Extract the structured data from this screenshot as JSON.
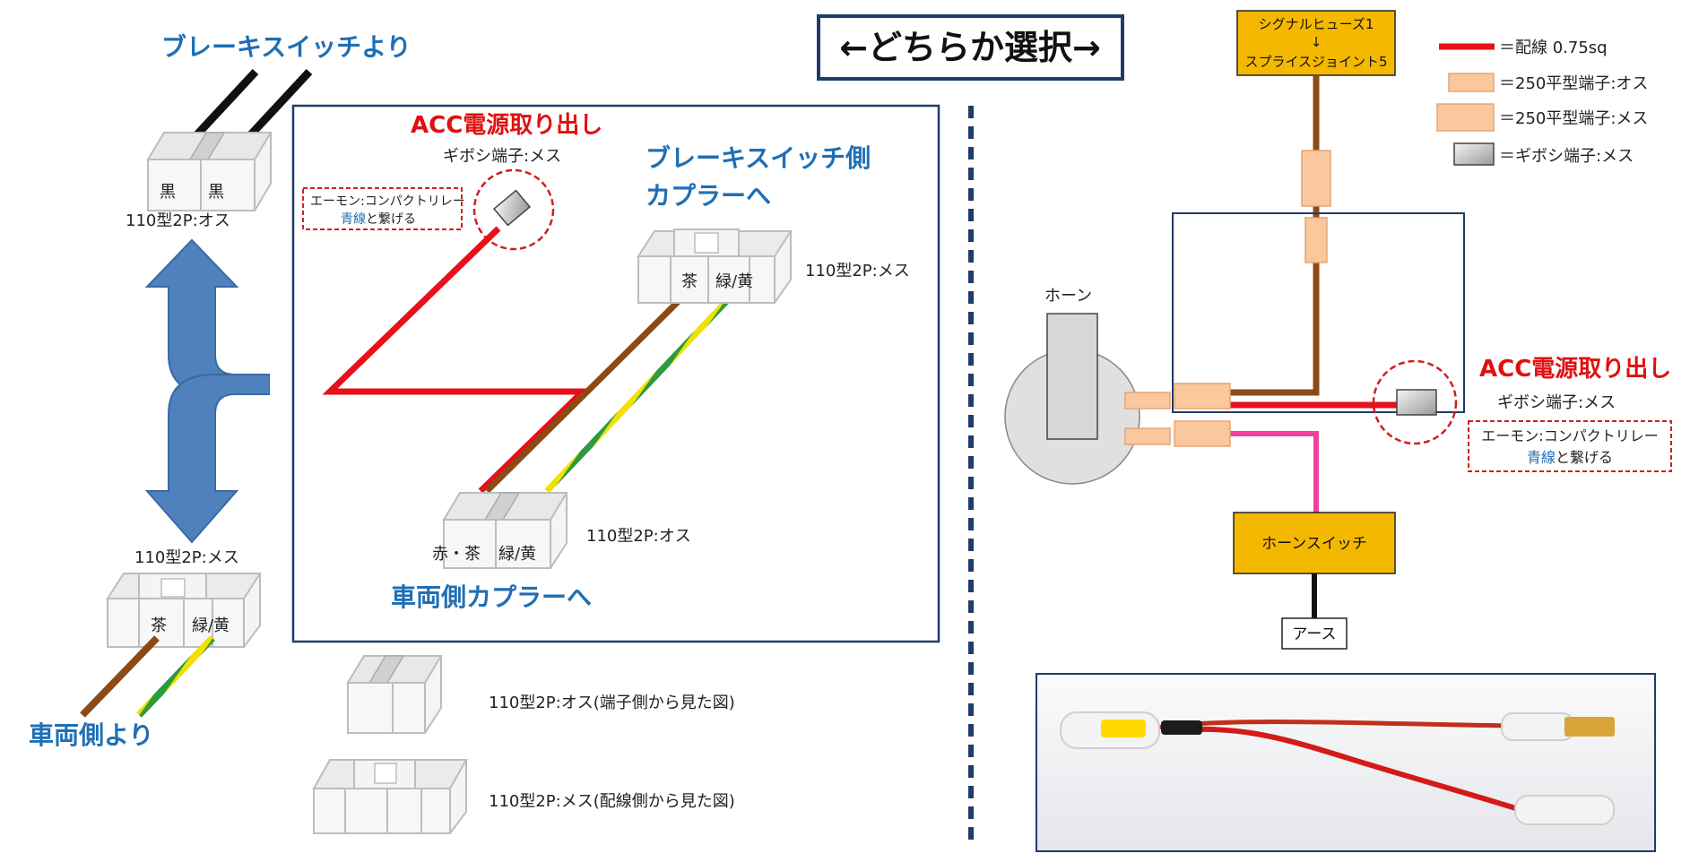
{
  "header": {
    "select_either": "←どちらか選択→"
  },
  "left": {
    "brake_from": "ブレーキスイッチより",
    "vehicle_from": "車両側より",
    "top_connector": {
      "label": "110型2P:オス",
      "cells": [
        "黒",
        "黒"
      ]
    },
    "bottom_connector": {
      "label": "110型2P:メス",
      "cells": [
        "茶",
        "緑/黄"
      ]
    }
  },
  "middle": {
    "acc_title": "ACC電源取り出し",
    "gibo_label": "ギボシ端子:メス",
    "note_line1": "エーモン:コンパクトリレー",
    "note_blue": "青線",
    "note_tail": "と繋げる",
    "brake_side_line1": "ブレーキスイッチ側",
    "brake_side_line2": "カプラーへ",
    "vehicle_side": "車両側カプラーへ",
    "female_connector": {
      "label": "110型2P:メス",
      "cells": [
        "茶",
        "緑/黄"
      ]
    },
    "male_connector": {
      "label": "110型2P:オス",
      "cells": [
        "赤・茶",
        "緑/黄"
      ]
    }
  },
  "legend_bottom": {
    "male_view": "110型2P:オス(端子側から見た図)",
    "female_view": "110型2P:メス(配線側から見た図)"
  },
  "right": {
    "fuse_line1": "シグナルヒューズ1",
    "fuse_arrow": "↓",
    "fuse_line2": "スプライスジョイント5",
    "horn": "ホーン",
    "acc_title": "ACC電源取り出し",
    "gibo_label": "ギボシ端子:メス",
    "note_line1": "エーモン:コンパクトリレー",
    "note_blue": "青線",
    "note_tail": "と繋げる",
    "horn_switch": "ホーンスイッチ",
    "earth": "アース",
    "legend": [
      {
        "icon": "red-wire",
        "text": "＝配線 0.75sq"
      },
      {
        "icon": "male-250-terminal",
        "text": "＝250平型端子:オス"
      },
      {
        "icon": "female-250-terminal",
        "text": "＝250平型端子:メス"
      },
      {
        "icon": "gibo-terminal",
        "text": "＝ギボシ端子:メス"
      }
    ]
  },
  "colors": {
    "title_blue": "#1f6fb5",
    "acc_red": "#e01010",
    "wire_red": "#e8101a",
    "wire_brown": "#8b4a16",
    "wire_pink": "#f0409a",
    "box_navy": "#1f3c6b",
    "fuse_gold": "#f5b800",
    "terminal_peach": "#fbc79d",
    "arrow_blue": "#4f81bd"
  }
}
